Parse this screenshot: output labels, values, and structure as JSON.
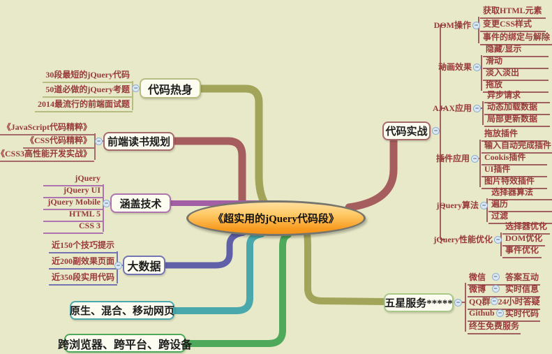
{
  "center": {
    "title": "《超实用的jQuery代码段》"
  },
  "palette": {
    "background": "#e7e9c8",
    "center_fill_top": "#ffdf9e",
    "center_fill_bottom": "#f79a1e",
    "center_border": "#75756d",
    "branch_olive": "#a2a45a",
    "branch_maroon": "#a65d5d",
    "branch_purple": "#a25fa5",
    "branch_slate": "#6060a8",
    "branch_teal": "#49a8ab",
    "branch_green": "#4fa95a",
    "subtopic_text": "#993a3a",
    "subtopic_line": "#a06060"
  },
  "icons": {
    "collapse_glyph": "−"
  },
  "left": {
    "branches": [
      {
        "label": "代码热身",
        "children": [
          "30段最短的jQuery代码",
          "50道必做的jQuery考题",
          "2014最流行的前端面试题"
        ]
      },
      {
        "label": "前端读书规划",
        "children": [
          "《JavaScript代码精粹》",
          "《CSS代码精粹》",
          "《CSS3高性能开发实战》"
        ]
      },
      {
        "label": "涵盖技术",
        "children": [
          "jQuery",
          "jQuery UI",
          "jQuery Mobile",
          "HTML 5",
          "CSS 3"
        ]
      },
      {
        "label": "大数据",
        "children": [
          "近150个技巧提示",
          "近200副效果页面",
          "近350段实用代码"
        ]
      },
      {
        "label": "原生、混合、移动网页",
        "children": []
      },
      {
        "label": "跨浏览器、跨平台、跨设备",
        "children": []
      }
    ]
  },
  "right": {
    "code_practice": {
      "label": "代码实战",
      "groups": [
        {
          "label": "DOM操作",
          "children": [
            "获取HTML元素",
            "变更CSS样式",
            "事件的绑定与解除"
          ]
        },
        {
          "label": "动画效果",
          "children": [
            "隐藏/显示",
            "滑动",
            "淡入淡出",
            "拖放"
          ]
        },
        {
          "label": "AJAX应用",
          "children": [
            "异步请求",
            "动态加载数据",
            "局部更新数据"
          ]
        },
        {
          "label": "插件应用",
          "children": [
            "拖放插件",
            "输入自动完成插件",
            "Cookis插件",
            "UI插件",
            "图片特效插件"
          ]
        },
        {
          "label": "jQuery算法",
          "children": [
            "选择器算法",
            "遍历",
            "过滤"
          ]
        },
        {
          "label": "jQuery性能优化",
          "children": [
            "选择器优化",
            "DOM优化",
            "事件优化"
          ]
        }
      ]
    },
    "service": {
      "label": "五星服务*****",
      "items": [
        {
          "label": "微信",
          "child": "答案互动"
        },
        {
          "label": "微博",
          "child": "实时信息"
        },
        {
          "label": "QQ群",
          "child": "24小时答疑"
        },
        {
          "label": "Github",
          "child": "实时代码"
        },
        {
          "label": "终生免费服务",
          "child": ""
        }
      ]
    }
  }
}
